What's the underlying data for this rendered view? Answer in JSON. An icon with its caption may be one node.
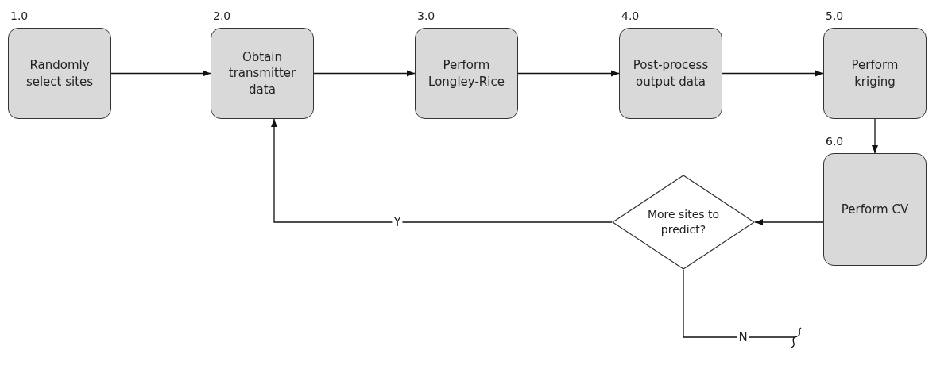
{
  "diagram": {
    "nodes": [
      {
        "text": [
          "1.0",
          "Randomly select sites"
        ]
      },
      {
        "text": [
          "2.0",
          "Obtain transmitter data"
        ]
      },
      {
        "text": [
          "3.0",
          "Perform Longley-Rice"
        ]
      },
      {
        "text": [
          "4.0",
          "Post-process output data"
        ]
      },
      {
        "text": [
          "5.0",
          "Perform kriging"
        ]
      },
      {
        "text": [
          "6.0",
          "Perform CV"
        ]
      },
      {
        "text": [
          "More sites to predict?"
        ]
      }
    ],
    "edges": [
      {
        "from": 0,
        "to": 1,
        "arrow": "to"
      },
      {
        "from": 1,
        "to": 2,
        "arrow": "to"
      },
      {
        "from": 2,
        "to": 3,
        "arrow": "to"
      },
      {
        "from": 3,
        "to": 4,
        "arrow": "to"
      },
      {
        "from": 4,
        "to": 5,
        "arrow": "to"
      },
      {
        "from": 5,
        "to": 6,
        "arrow": "to"
      },
      {
        "from": 6,
        "to": 1,
        "arrow": "to",
        "label": "Y"
      },
      {
        "from": 6,
        "to": null,
        "arrow": "none",
        "label": "N"
      }
    ]
  }
}
